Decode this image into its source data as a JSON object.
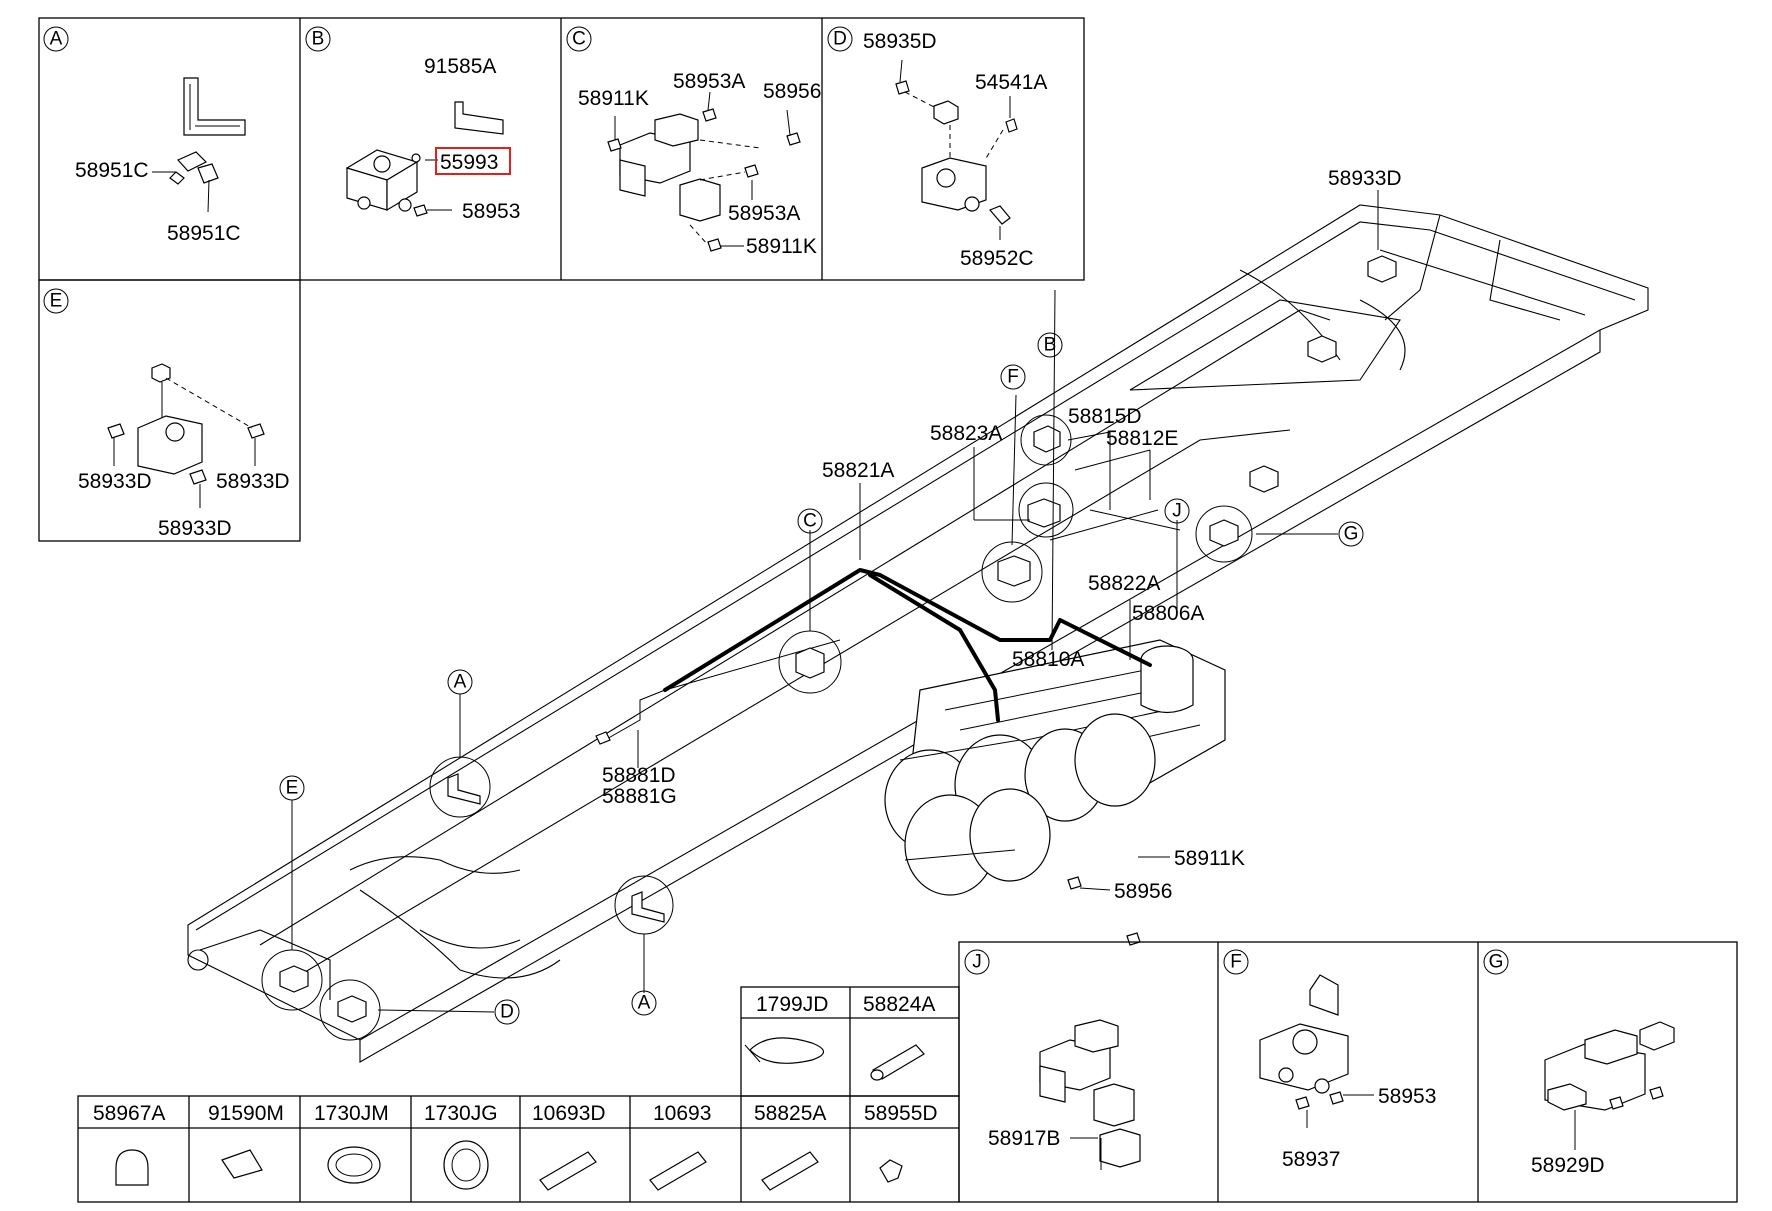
{
  "panels": {
    "A": {
      "letter": "A",
      "parts": [
        "58951C",
        "58951C"
      ]
    },
    "B": {
      "letter": "B",
      "parts": [
        "91585A",
        "55993",
        "58953"
      ]
    },
    "C": {
      "letter": "C",
      "parts": [
        "58911K",
        "58953A",
        "58956",
        "58953A",
        "58911K"
      ]
    },
    "D": {
      "letter": "D",
      "parts": [
        "58935D",
        "54541A",
        "58952C"
      ]
    },
    "E": {
      "letter": "E",
      "parts": [
        "58933D",
        "58933D",
        "58933D"
      ]
    },
    "J": {
      "letter": "J",
      "parts": [
        "58917B"
      ]
    },
    "F": {
      "letter": "F",
      "parts": [
        "58953",
        "58937"
      ]
    },
    "G": {
      "letter": "G",
      "parts": [
        "58929D"
      ]
    }
  },
  "highlighted_part": "55993",
  "main_labels": {
    "l58933D": "58933D",
    "l58815D": "58815D",
    "l58812E": "58812E",
    "l58823A": "58823A",
    "l58821A": "58821A",
    "l58822A": "58822A",
    "l58806A": "58806A",
    "l58810A": "58810A",
    "l58881D": "58881D",
    "l58881G": "58881G",
    "l58911K": "58911K",
    "l58956": "58956"
  },
  "callouts": {
    "B": "B",
    "F": "F",
    "J": "J",
    "G": "G",
    "C": "C",
    "A1": "A",
    "E": "E",
    "A2": "A",
    "D": "D"
  },
  "parts_table": {
    "top_row": [
      "1799JD",
      "58824A"
    ],
    "bottom_row": [
      "58967A",
      "91590M",
      "1730JM",
      "1730JG",
      "10693D",
      "10693",
      "58825A",
      "58955D"
    ]
  }
}
